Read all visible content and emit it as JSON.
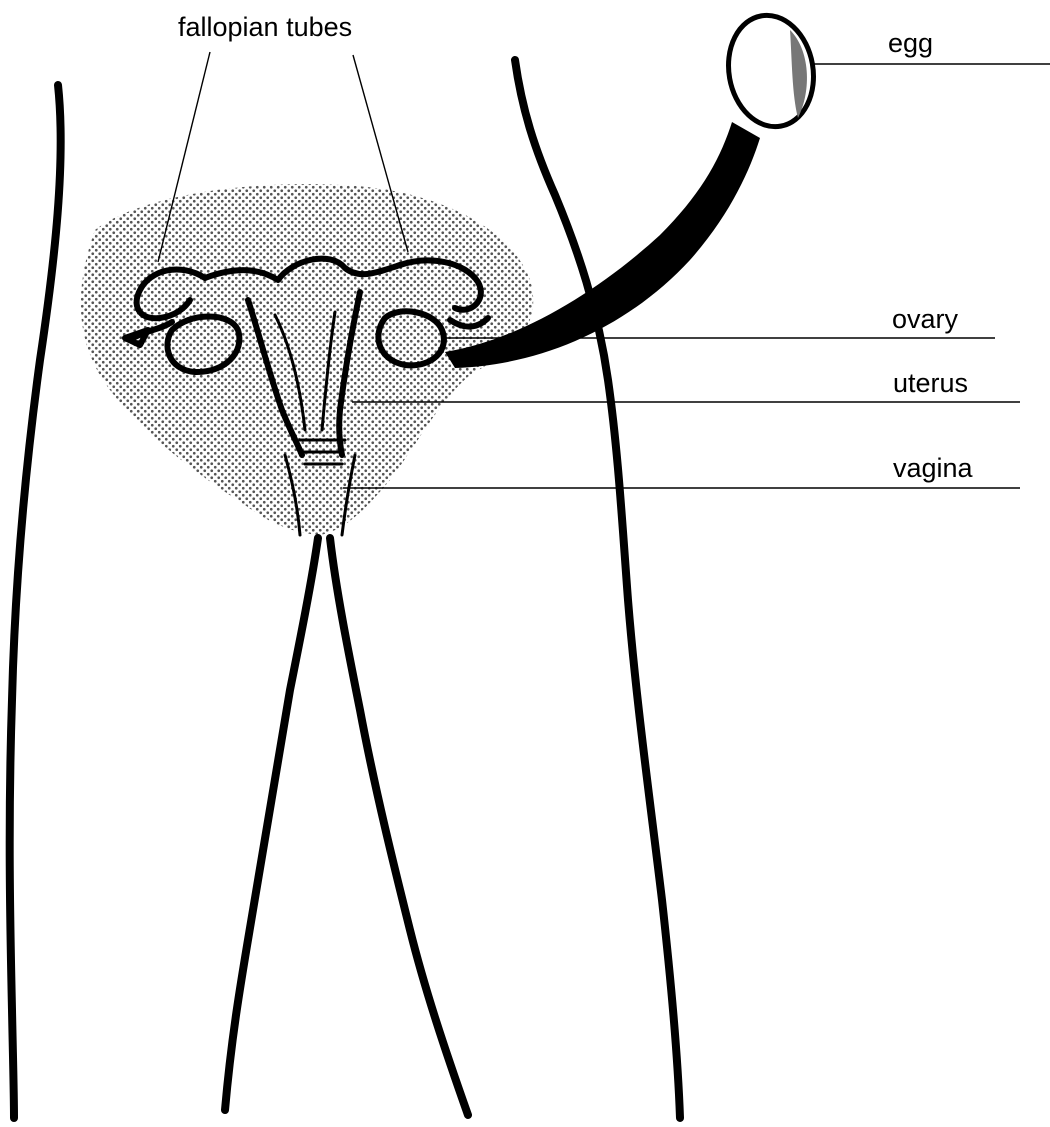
{
  "labels": {
    "fallopian_tubes": "fallopian tubes",
    "egg": "egg",
    "ovary": "ovary",
    "uterus": "uterus",
    "vagina": "vagina"
  },
  "colors": {
    "ink": "#000000",
    "stipple": "#555555",
    "background": "#ffffff"
  }
}
